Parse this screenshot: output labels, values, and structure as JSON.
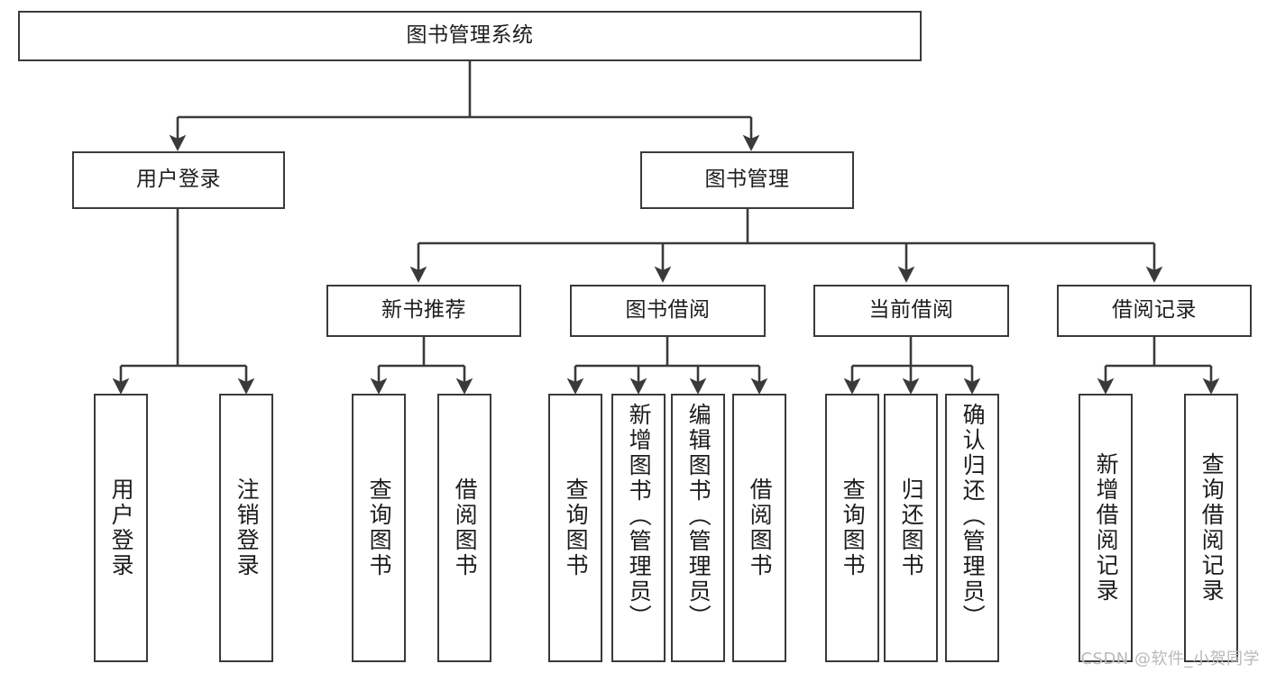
{
  "diagram": {
    "title": "图书管理系统",
    "type": "tree-hierarchy",
    "root": {
      "label": "图书管理系统"
    },
    "level2": [
      {
        "label": "用户登录"
      },
      {
        "label": "图书管理"
      }
    ],
    "level3": [
      {
        "label": "新书推荐"
      },
      {
        "label": "图书借阅"
      },
      {
        "label": "当前借阅"
      },
      {
        "label": "借阅记录"
      }
    ],
    "leaves": {
      "user_login": [
        {
          "label": "用户登录"
        },
        {
          "label": "注销登录"
        }
      ],
      "new_book_recommend": [
        {
          "label": "查询图书"
        },
        {
          "label": "借阅图书"
        }
      ],
      "book_borrow": [
        {
          "label": "查询图书"
        },
        {
          "label": "新增图书（管理员）"
        },
        {
          "label": "编辑图书（管理员）"
        },
        {
          "label": "借阅图书"
        }
      ],
      "current_borrow": [
        {
          "label": "查询图书"
        },
        {
          "label": "归还图书"
        },
        {
          "label": "确认归还（管理员）"
        }
      ],
      "borrow_record": [
        {
          "label": "新增借阅记录"
        },
        {
          "label": "查询借阅记录"
        }
      ]
    },
    "watermark": "CSDN @软件_小贺同学",
    "colors": {
      "stroke": "#3a3a3a",
      "fill": "#ffffff",
      "text": "#1d1d1d",
      "watermark": "#b9b9b9"
    }
  }
}
